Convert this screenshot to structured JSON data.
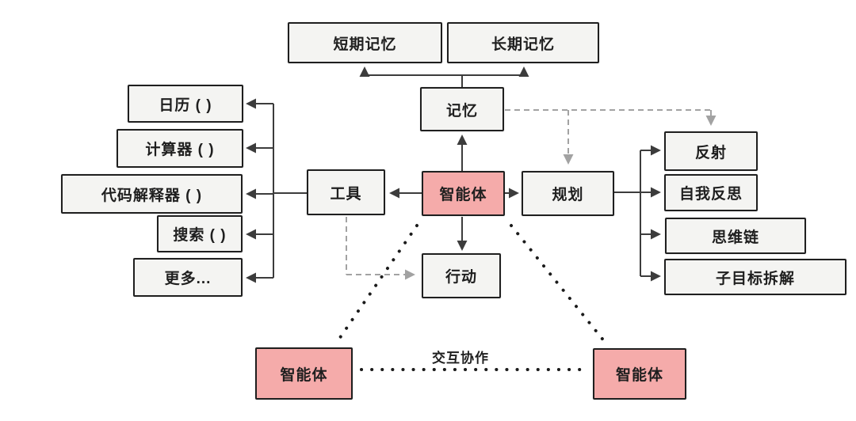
{
  "diagram": {
    "memory_cluster": {
      "short_term": "短期记忆",
      "long_term": "长期记忆",
      "memory": "记忆"
    },
    "tools_cluster": {
      "hub": "工具",
      "items": [
        "日历 ( )",
        "计算器 ( )",
        "代码解释器 ( )",
        "搜索 ( )",
        "更多..."
      ]
    },
    "planning_cluster": {
      "hub": "规划",
      "items": [
        "反射",
        "自我反思",
        "思维链",
        "子目标拆解"
      ]
    },
    "center": {
      "agent": "智能体",
      "action": "行动"
    },
    "collaboration": {
      "agent_left": "智能体",
      "agent_right": "智能体",
      "label": "交互协作"
    }
  },
  "colors": {
    "agent_pink": "#f5abaa",
    "node_fill": "#f4f4f2",
    "node_border": "#1f1f1f",
    "solid_line": "#3c3c3c",
    "dashed_line": "#a2a2a2",
    "dotted_line": "#1b1b1b"
  }
}
